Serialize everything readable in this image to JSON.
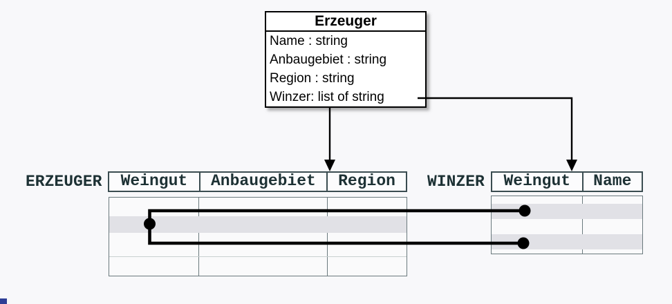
{
  "diagram": {
    "class_box": {
      "title": "Erzeuger",
      "attributes": [
        "Name : string",
        "Anbaugebiet : string",
        "Region : string",
        "Winzer: list of string"
      ]
    },
    "tables": {
      "erzeuger": {
        "label": "ERZEUGER",
        "columns": [
          "Weingut",
          "Anbaugebiet",
          "Region"
        ]
      },
      "winzer": {
        "label": "WINZER",
        "columns": [
          "Weingut",
          "Name"
        ]
      }
    },
    "colors": {
      "background": "#f8f8fa",
      "class_box_border": "#000000",
      "header_border": "#3a4c50",
      "body_border": "#6a797d",
      "header_text": "#1d3134",
      "row_highlight": "#e1e1e6",
      "connector": "#000000",
      "corner_accent": "#2e3e95"
    }
  }
}
